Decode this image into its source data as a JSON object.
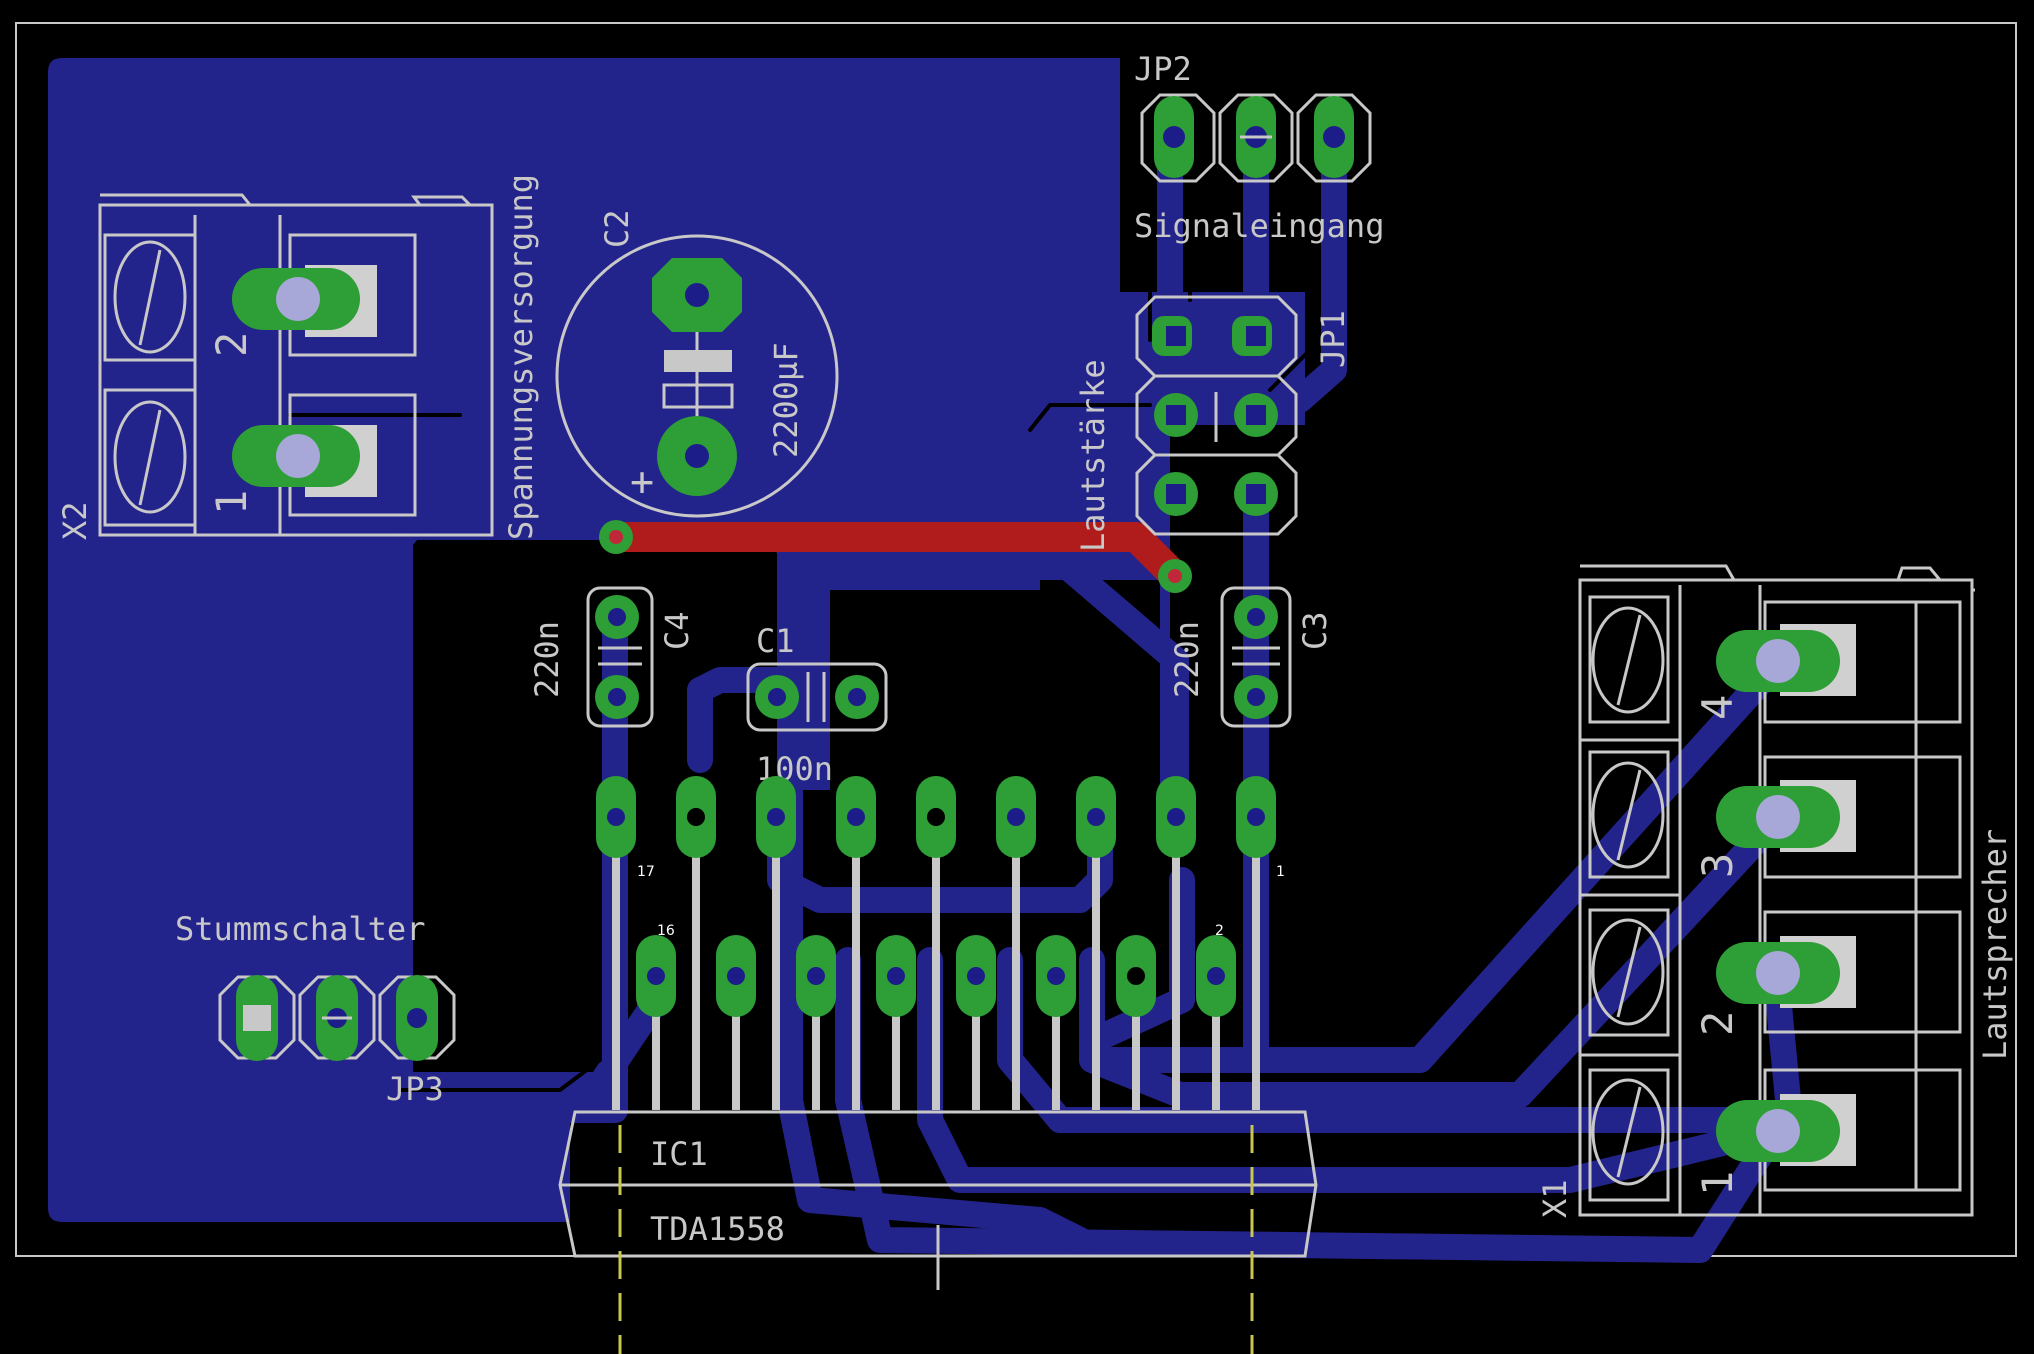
{
  "colors": {
    "background": "#000000",
    "copper_bottom": "#23238c",
    "copper_top": "#b01c1c",
    "pad": "#2e9e36",
    "silkscreen": "#c8c8c8",
    "measure": "#c8c850"
  },
  "components": {
    "x2": {
      "name": "X2",
      "value": "Spannungsversorgung",
      "pins": [
        "1",
        "2"
      ]
    },
    "c2": {
      "name": "C2",
      "value": "2200µF",
      "polarity": "+"
    },
    "jp2": {
      "name": "JP2",
      "value": "Signaleingang"
    },
    "jp1": {
      "name": "JP1",
      "value": "Lautstärke"
    },
    "c4": {
      "name": "C4",
      "value": "220n"
    },
    "c1": {
      "name": "C1",
      "value": "100n"
    },
    "c3": {
      "name": "C3",
      "value": "220n"
    },
    "jp3": {
      "name": "JP3",
      "value": "Stummschalter"
    },
    "ic1": {
      "name": "IC1",
      "value": "TDA1558",
      "pin_numbers": [
        "17",
        "16",
        "2",
        "1"
      ]
    },
    "x1": {
      "name": "X1",
      "value": "Lautsprecher",
      "pins": [
        "4",
        "3",
        "2",
        "1"
      ]
    }
  }
}
